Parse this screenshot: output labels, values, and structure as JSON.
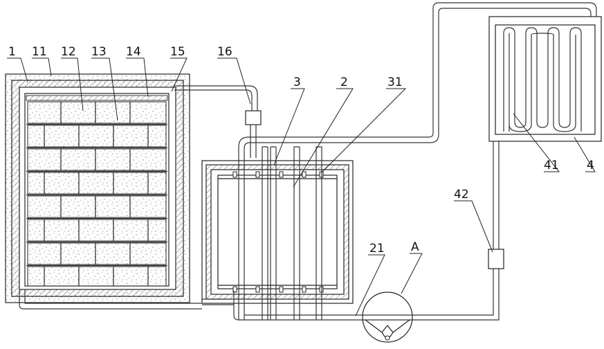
{
  "labels": {
    "l1": "1",
    "l11": "11",
    "l12": "12",
    "l13": "13",
    "l14": "14",
    "l15": "15",
    "l16": "16",
    "l3": "3",
    "l2": "2",
    "l31": "31",
    "l41": "41",
    "l4": "4",
    "l42": "42",
    "l21": "21",
    "lA": "A"
  },
  "colors": {
    "line": "#222222",
    "hatch": "#666666",
    "speckle": "#555555",
    "background": "#ffffff"
  }
}
